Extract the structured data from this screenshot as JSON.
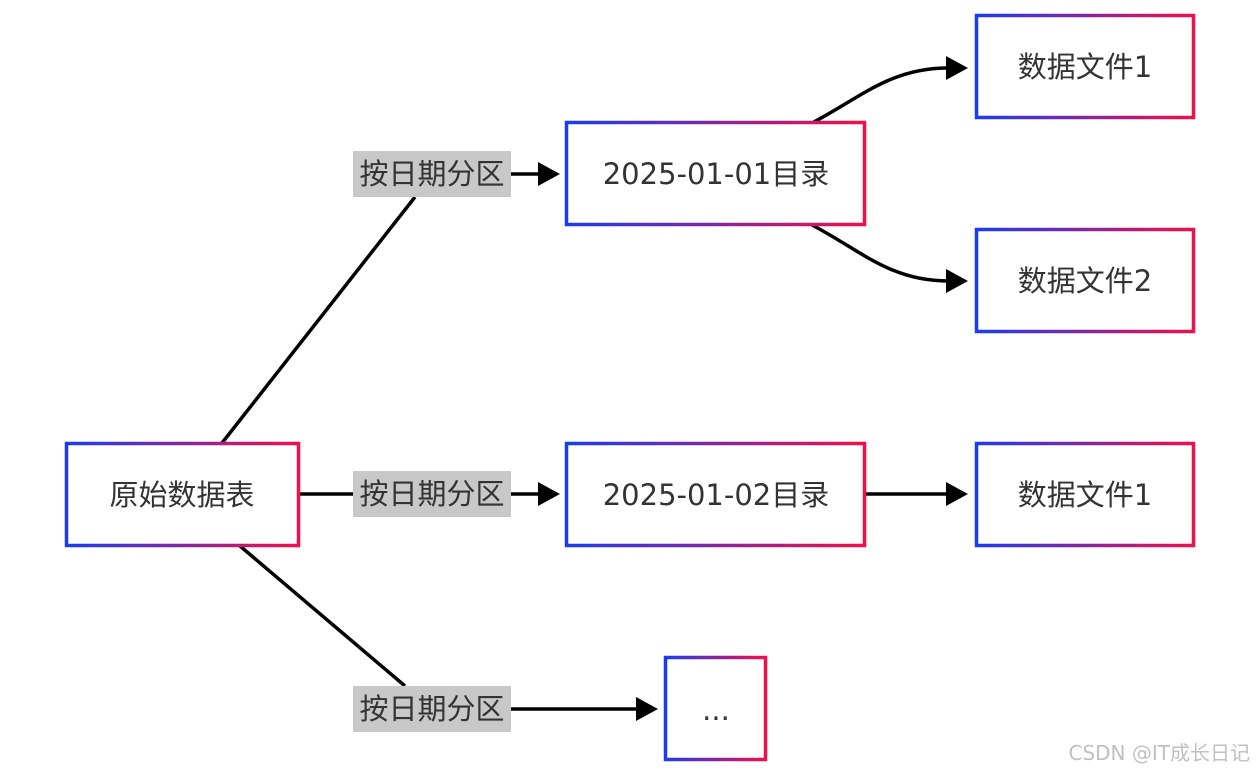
{
  "diagram": {
    "nodes": {
      "root": "原始数据表",
      "dir1": "2025-01-01目录",
      "dir2": "2025-01-02目录",
      "dir3": "...",
      "file1a": "数据文件1",
      "file1b": "数据文件2",
      "file2a": "数据文件1"
    },
    "edge_labels": {
      "root_dir1": "按日期分区",
      "root_dir2": "按日期分区",
      "root_dir3": "按日期分区"
    }
  },
  "colors": {
    "border_start": "#1a3cf0",
    "border_end": "#f0104a",
    "edge": "#000000",
    "label_bg": "#c8c8c8",
    "text": "#333333"
  },
  "watermark": "CSDN @IT成长日记"
}
